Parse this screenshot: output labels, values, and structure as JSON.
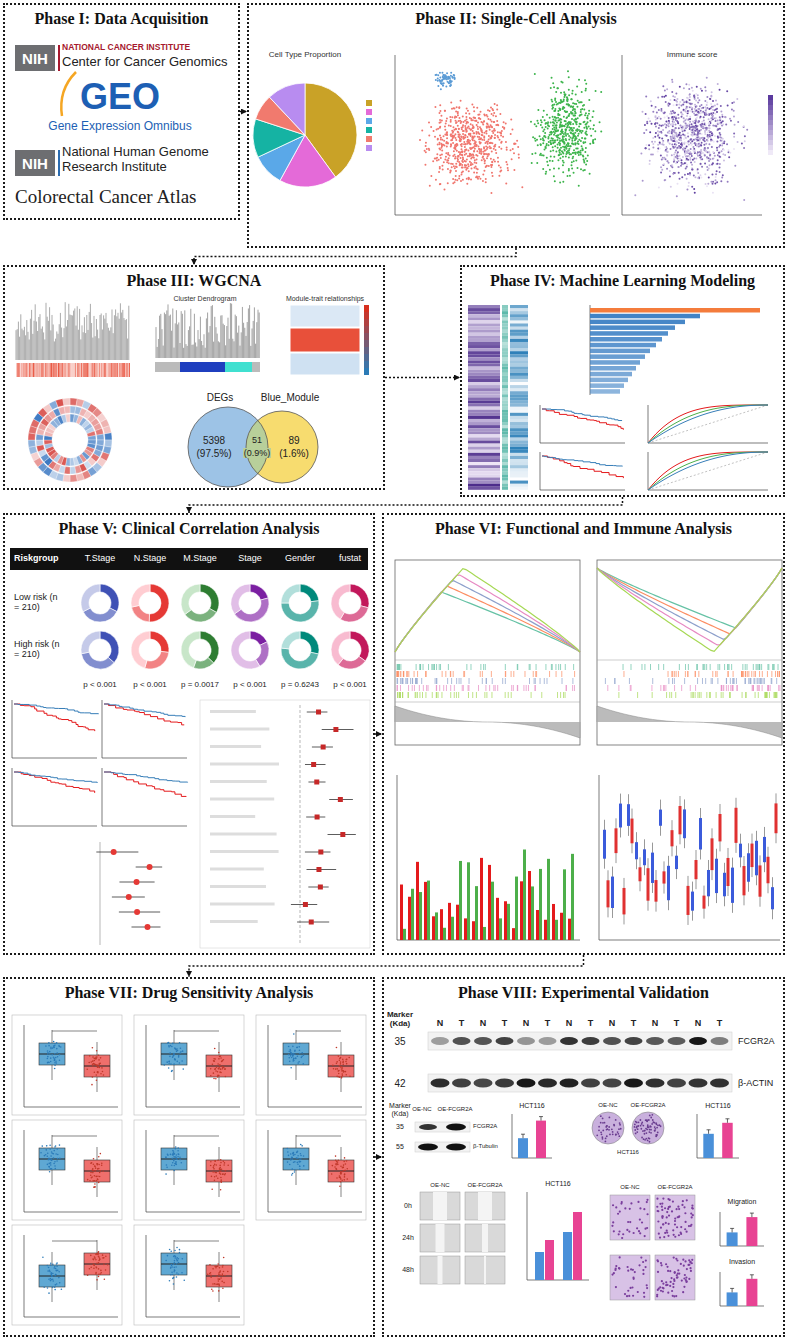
{
  "diagram": {
    "nodes": [
      {
        "text": [
          "Phase I: Data Acquisition"
        ]
      },
      {
        "text": [
          "NIH"
        ],
        "in": 0
      },
      {
        "text": [
          "NIH"
        ],
        "in": 0
      },
      {
        "text": [
          "Phase II: Single-Cell Analysis"
        ]
      },
      {
        "text": [
          "Phase III: WGCNA"
        ]
      },
      {
        "text": [
          "Phase IV: Machine Learning Modeling"
        ]
      },
      {
        "text": [
          "Phase V: Clinical Correlation Analysis"
        ]
      },
      {
        "text": [
          "Phase VI: Functional and Immune Analysis"
        ]
      },
      {
        "text": [
          "Phase VII: Drug Sensitivity Analysis"
        ]
      },
      {
        "text": [
          "Phase VIII: Experimental Validation"
        ]
      }
    ],
    "edges": [
      {
        "from": 0,
        "to": 3,
        "arrow": "to"
      },
      {
        "from": 3,
        "to": 4,
        "arrow": "to"
      },
      {
        "from": 4,
        "to": 5,
        "arrow": "to"
      },
      {
        "from": 5,
        "to": 6,
        "arrow": "to"
      },
      {
        "from": 6,
        "to": 7,
        "arrow": "to"
      },
      {
        "from": 7,
        "to": 8,
        "arrow": "to"
      },
      {
        "from": 8,
        "to": 9,
        "arrow": "to"
      }
    ],
    "labels": [
      "NATIONAL CANCER INSTITUTE",
      "Center for Cancer Genomics",
      "GEO",
      "Gene Expression Omnibus",
      "National Human Genome Research Institute",
      "Colorectal Cancer Atlas",
      "Cell Type Proportion",
      "Immune score",
      "Cluster Dendrogram",
      "Module-trait relationships",
      "DEGs",
      "Blue_Module",
      "5398",
      "(97.5%)",
      "51",
      "(0.9%)",
      "89",
      "(1.6%)",
      "Riskgroup",
      "T.Stage",
      "N.Stage",
      "M.Stage",
      "Stage",
      "Gender",
      "fustat",
      "Low risk (n = 210)",
      "High risk (n = 210)",
      "p < 0.001",
      "p < 0.001",
      "p = 0.0017",
      "p < 0.001",
      "p = 0.6243",
      "p < 0.001",
      "Marker (Kda)",
      "35",
      "42",
      "N",
      "T",
      "N",
      "T",
      "N",
      "T",
      "N",
      "T",
      "N",
      "T",
      "N",
      "T",
      "N",
      "T",
      "FCGR2A",
      "β-ACTIN",
      "Marker (Kda)",
      "OE-NC",
      "OE-FCGR2A",
      "35",
      "55",
      "FCGR2A",
      "β-Tubulin",
      "HCT116",
      "OE-NC",
      "OE-FCGR2A",
      "HCT116",
      "HCT116",
      "0h",
      "24h",
      "48h",
      "OE-NC",
      "OE-FCGR2A",
      "HCT116",
      "OE-NC",
      "OE-FCGR2A",
      "Migration",
      "Invasion"
    ]
  }
}
